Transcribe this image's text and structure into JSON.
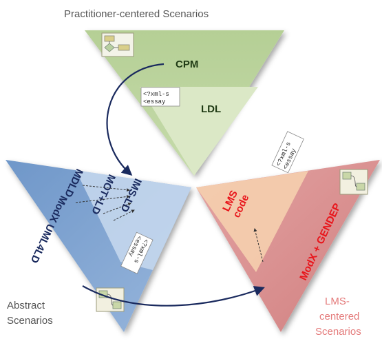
{
  "top_triangle": {
    "title": "Practitioner-centered Scenarios",
    "cpm": "CPM",
    "ldl": "LDL",
    "xml_line1": "<?xml-s",
    "xml_line2": "<essay",
    "icon": "flowchart-icon"
  },
  "left_triangle": {
    "caption_line1": "Abstract",
    "caption_line2": "Scenarios",
    "mdld": "MDLD",
    "modx_uml4ld": "ModX UML4LD",
    "mot_ld": "MOT+LD",
    "ims_ld": "IMS-LD",
    "xml_line1": "<?xml-s",
    "xml_line2": "<essay",
    "icon": "diagram-icon"
  },
  "right_triangle": {
    "caption_line1": "LMS-",
    "caption_line2": "centered",
    "caption_line3": "Scenarios",
    "lms_code_line1": "LMS",
    "lms_code_line2": "code",
    "modx_gendep": "ModX + GENDEP",
    "xml_line1": "<?xml-s",
    "xml_line2": "<essay",
    "icon": "diagram-icon"
  },
  "colors": {
    "green_dark": "#b5cf95",
    "green_light": "#dbe8c6",
    "blue_dark": "#7ea2cf",
    "blue_light": "#c8d9ee",
    "red_dark": "#d98e8e",
    "red_light": "#f5cfae",
    "label_red": "#e8151b",
    "label_navy": "#1a2a5e",
    "caption_gray": "#555555"
  }
}
